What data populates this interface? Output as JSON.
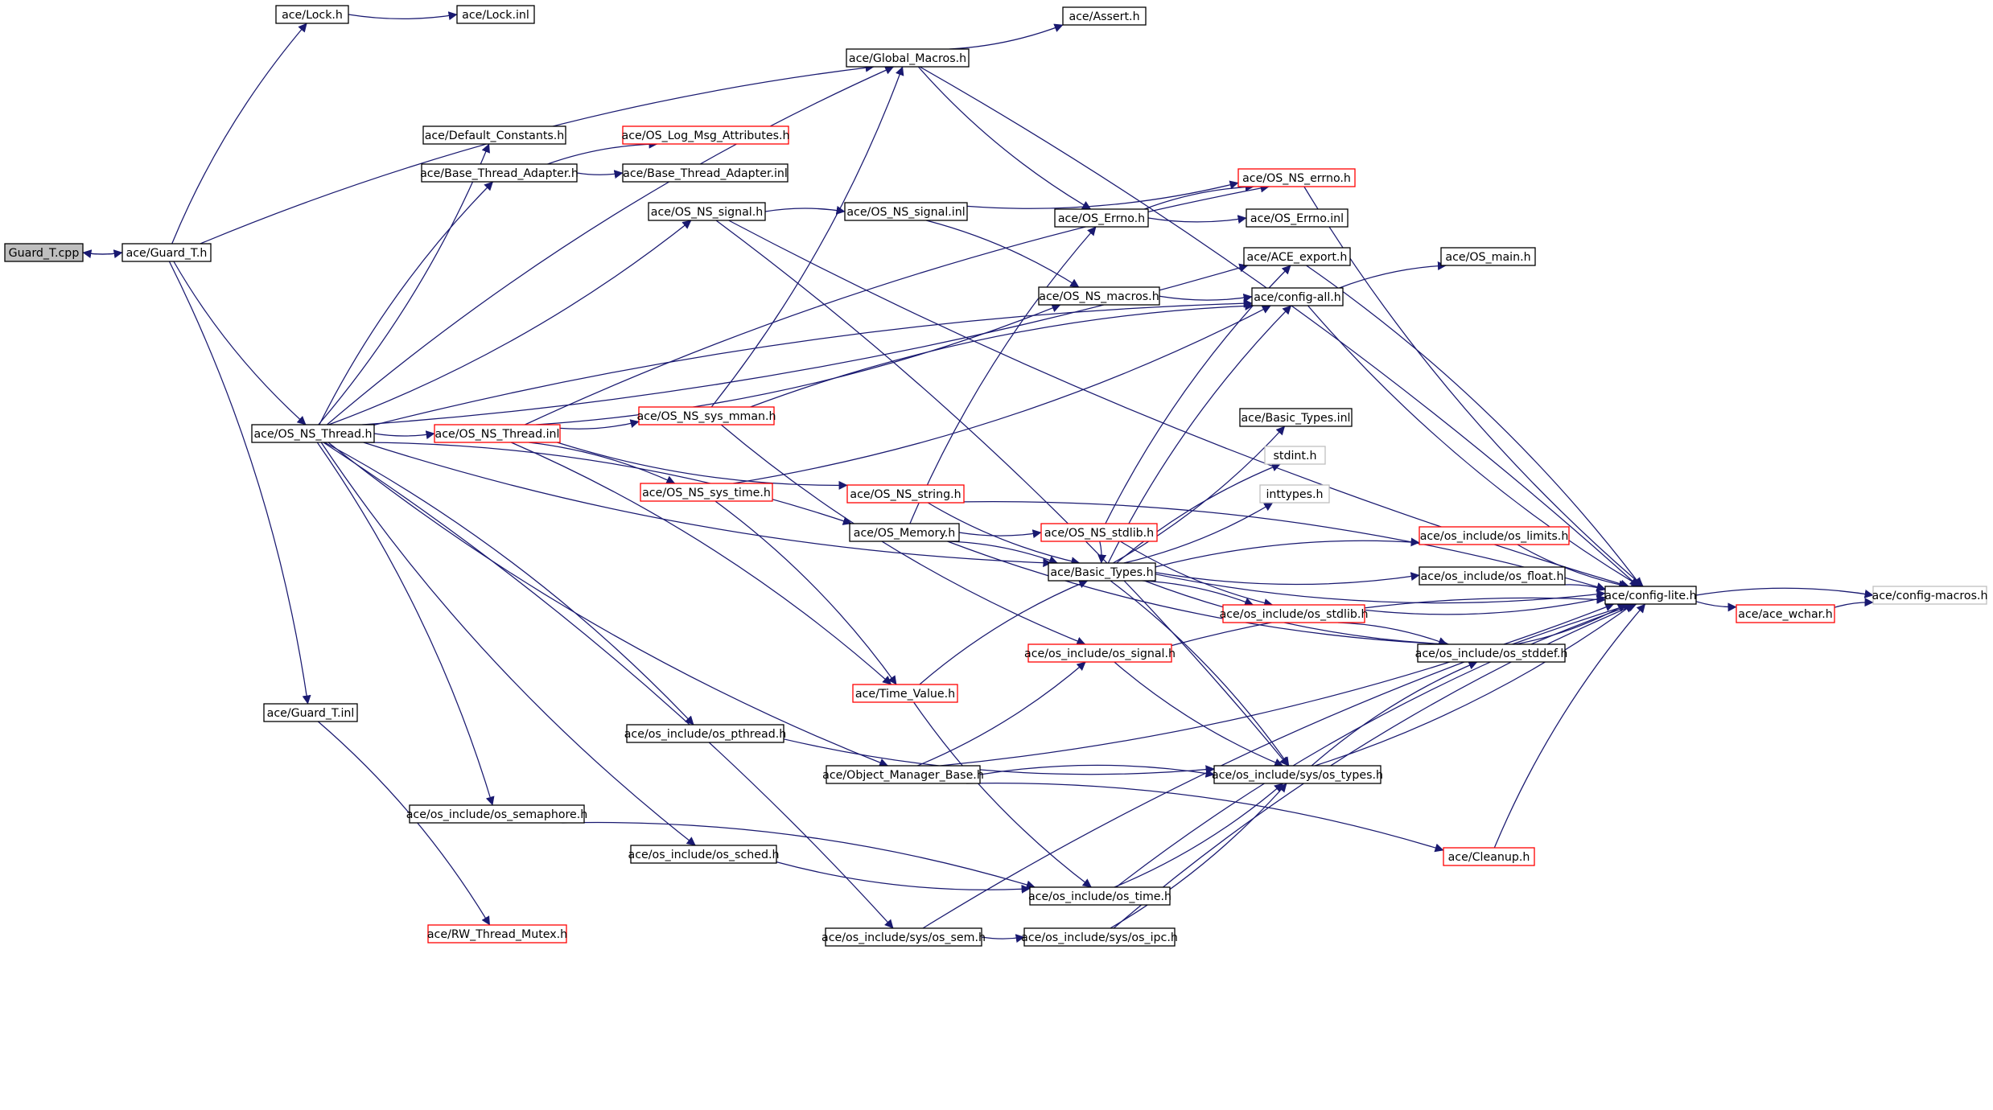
{
  "colors": {
    "edge": "#191970",
    "node_border_default": "#000000",
    "node_border_incomplete": "#ff0000",
    "node_border_external": "#bfbfbf",
    "root_fill": "#bfbfbf"
  },
  "nodes": [
    {
      "id": "guard_t_cpp",
      "label": "Guard_T.cpp",
      "style": "root"
    },
    {
      "id": "guard_t_h",
      "label": "ace/Guard_T.h",
      "style": "normal"
    },
    {
      "id": "lock_h",
      "label": "ace/Lock.h",
      "style": "normal"
    },
    {
      "id": "lock_inl",
      "label": "ace/Lock.inl",
      "style": "normal"
    },
    {
      "id": "global_macros_h",
      "label": "ace/Global_Macros.h",
      "style": "normal"
    },
    {
      "id": "assert_h",
      "label": "ace/Assert.h",
      "style": "normal"
    },
    {
      "id": "default_constants_h",
      "label": "ace/Default_Constants.h",
      "style": "normal"
    },
    {
      "id": "os_log_msg_attributes_h",
      "label": "ace/OS_Log_Msg_Attributes.h",
      "style": "red"
    },
    {
      "id": "base_thread_adapter_h",
      "label": "ace/Base_Thread_Adapter.h",
      "style": "normal"
    },
    {
      "id": "base_thread_adapter_inl",
      "label": "ace/Base_Thread_Adapter.inl",
      "style": "normal"
    },
    {
      "id": "os_ns_errno_h",
      "label": "ace/OS_NS_errno.h",
      "style": "red"
    },
    {
      "id": "os_ns_signal_h",
      "label": "ace/OS_NS_signal.h",
      "style": "normal"
    },
    {
      "id": "os_ns_signal_inl",
      "label": "ace/OS_NS_signal.inl",
      "style": "normal"
    },
    {
      "id": "os_errno_h",
      "label": "ace/OS_Errno.h",
      "style": "normal"
    },
    {
      "id": "os_errno_inl",
      "label": "ace/OS_Errno.inl",
      "style": "normal"
    },
    {
      "id": "ace_export_h",
      "label": "ace/ACE_export.h",
      "style": "normal"
    },
    {
      "id": "os_main_h",
      "label": "ace/OS_main.h",
      "style": "normal"
    },
    {
      "id": "os_ns_macros_h",
      "label": "ace/OS_NS_macros.h",
      "style": "normal"
    },
    {
      "id": "config_all_h",
      "label": "ace/config-all.h",
      "style": "normal"
    },
    {
      "id": "os_ns_thread_h",
      "label": "ace/OS_NS_Thread.h",
      "style": "normal"
    },
    {
      "id": "os_ns_thread_inl",
      "label": "ace/OS_NS_Thread.inl",
      "style": "red"
    },
    {
      "id": "os_ns_sys_mman_h",
      "label": "ace/OS_NS_sys_mman.h",
      "style": "red"
    },
    {
      "id": "basic_types_inl",
      "label": "ace/Basic_Types.inl",
      "style": "normal"
    },
    {
      "id": "stdint_h",
      "label": "stdint.h",
      "style": "gray"
    },
    {
      "id": "os_ns_sys_time_h",
      "label": "ace/OS_NS_sys_time.h",
      "style": "red"
    },
    {
      "id": "os_ns_string_h",
      "label": "ace/OS_NS_string.h",
      "style": "red"
    },
    {
      "id": "inttypes_h",
      "label": "inttypes.h",
      "style": "gray"
    },
    {
      "id": "os_memory_h",
      "label": "ace/OS_Memory.h",
      "style": "normal"
    },
    {
      "id": "os_ns_stdlib_h",
      "label": "ace/OS_NS_stdlib.h",
      "style": "red"
    },
    {
      "id": "os_limits_h",
      "label": "ace/os_include/os_limits.h",
      "style": "red"
    },
    {
      "id": "basic_types_h",
      "label": "ace/Basic_Types.h",
      "style": "normal"
    },
    {
      "id": "os_float_h",
      "label": "ace/os_include/os_float.h",
      "style": "normal"
    },
    {
      "id": "config_lite_h",
      "label": "ace/config-lite.h",
      "style": "normal"
    },
    {
      "id": "config_macros_h",
      "label": "ace/config-macros.h",
      "style": "gray"
    },
    {
      "id": "os_stdlib_h",
      "label": "ace/os_include/os_stdlib.h",
      "style": "red"
    },
    {
      "id": "ace_wchar_h",
      "label": "ace/ace_wchar.h",
      "style": "red"
    },
    {
      "id": "os_signal_h",
      "label": "ace/os_include/os_signal.h",
      "style": "red"
    },
    {
      "id": "os_stddef_h",
      "label": "ace/os_include/os_stddef.h",
      "style": "normal"
    },
    {
      "id": "time_value_h",
      "label": "ace/Time_Value.h",
      "style": "red"
    },
    {
      "id": "guard_t_inl",
      "label": "ace/Guard_T.inl",
      "style": "normal"
    },
    {
      "id": "os_pthread_h",
      "label": "ace/os_include/os_pthread.h",
      "style": "normal"
    },
    {
      "id": "object_manager_base_h",
      "label": "ace/Object_Manager_Base.h",
      "style": "normal"
    },
    {
      "id": "os_types_h",
      "label": "ace/os_include/sys/os_types.h",
      "style": "normal"
    },
    {
      "id": "os_semaphore_h",
      "label": "ace/os_include/os_semaphore.h",
      "style": "normal"
    },
    {
      "id": "os_sched_h",
      "label": "ace/os_include/os_sched.h",
      "style": "normal"
    },
    {
      "id": "cleanup_h",
      "label": "ace/Cleanup.h",
      "style": "red"
    },
    {
      "id": "os_time_h",
      "label": "ace/os_include/os_time.h",
      "style": "normal"
    },
    {
      "id": "rw_thread_mutex_h",
      "label": "ace/RW_Thread_Mutex.h",
      "style": "red"
    },
    {
      "id": "os_sem_h",
      "label": "ace/os_include/sys/os_sem.h",
      "style": "normal"
    },
    {
      "id": "os_ipc_h",
      "label": "ace/os_include/sys/os_ipc.h",
      "style": "normal"
    }
  ],
  "edges": [
    [
      "guard_t_h",
      "guard_t_cpp"
    ],
    [
      "guard_t_cpp",
      "guard_t_h"
    ],
    [
      "guard_t_h",
      "lock_h"
    ],
    [
      "lock_h",
      "lock_inl"
    ],
    [
      "guard_t_h",
      "global_macros_h"
    ],
    [
      "guard_t_h",
      "os_ns_thread_h"
    ],
    [
      "guard_t_h",
      "guard_t_inl"
    ],
    [
      "global_macros_h",
      "assert_h"
    ],
    [
      "global_macros_h",
      "config_lite_h"
    ],
    [
      "global_macros_h",
      "os_errno_h"
    ],
    [
      "base_thread_adapter_h",
      "os_log_msg_attributes_h"
    ],
    [
      "base_thread_adapter_h",
      "base_thread_adapter_inl"
    ],
    [
      "os_ns_signal_h",
      "os_ns_signal_inl"
    ],
    [
      "os_ns_signal_h",
      "config_lite_h"
    ],
    [
      "os_ns_signal_h",
      "os_types_h"
    ],
    [
      "os_ns_signal_inl",
      "os_ns_errno_h"
    ],
    [
      "os_ns_signal_inl",
      "os_ns_macros_h"
    ],
    [
      "os_errno_h",
      "os_errno_inl"
    ],
    [
      "os_errno_h",
      "os_ns_errno_h"
    ],
    [
      "os_ns_errno_h",
      "config_lite_h"
    ],
    [
      "ace_export_h",
      "config_lite_h"
    ],
    [
      "os_ns_macros_h",
      "config_all_h"
    ],
    [
      "config_all_h",
      "os_main_h"
    ],
    [
      "config_all_h",
      "config_lite_h"
    ],
    [
      "config_lite_h",
      "config_macros_h"
    ],
    [
      "config_lite_h",
      "ace_wchar_h"
    ],
    [
      "ace_wchar_h",
      "config_macros_h"
    ],
    [
      "os_ns_thread_h",
      "default_constants_h"
    ],
    [
      "os_ns_thread_h",
      "base_thread_adapter_h"
    ],
    [
      "os_ns_thread_h",
      "os_ns_signal_h"
    ],
    [
      "os_ns_thread_h",
      "global_macros_h"
    ],
    [
      "os_ns_thread_h",
      "ace_export_h"
    ],
    [
      "os_ns_thread_h",
      "config_all_h"
    ],
    [
      "os_ns_thread_h",
      "os_ns_thread_inl"
    ],
    [
      "os_ns_thread_h",
      "os_memory_h"
    ],
    [
      "os_ns_thread_h",
      "basic_types_h"
    ],
    [
      "os_ns_thread_h",
      "os_pthread_h"
    ],
    [
      "os_ns_thread_h",
      "object_manager_base_h"
    ],
    [
      "os_ns_thread_h",
      "os_semaphore_h"
    ],
    [
      "os_ns_thread_h",
      "os_sched_h"
    ],
    [
      "os_ns_thread_h",
      "os_sem_h"
    ],
    [
      "os_ns_thread_inl",
      "os_ns_sys_mman_h"
    ],
    [
      "os_ns_thread_inl",
      "os_ns_sys_time_h"
    ],
    [
      "os_ns_thread_inl",
      "os_ns_string_h"
    ],
    [
      "os_ns_thread_inl",
      "os_ns_errno_h"
    ],
    [
      "os_ns_thread_inl",
      "os_ns_macros_h"
    ],
    [
      "os_ns_thread_inl",
      "time_value_h"
    ],
    [
      "os_ns_sys_mman_h",
      "global_macros_h"
    ],
    [
      "os_ns_sys_mman_h",
      "config_all_h"
    ],
    [
      "os_ns_sys_mman_h",
      "os_signal_h"
    ],
    [
      "os_ns_sys_time_h",
      "time_value_h"
    ],
    [
      "os_ns_sys_time_h",
      "config_all_h"
    ],
    [
      "os_ns_string_h",
      "config_lite_h"
    ],
    [
      "os_ns_string_h",
      "basic_types_h"
    ],
    [
      "os_memory_h",
      "os_errno_h"
    ],
    [
      "os_memory_h",
      "os_ns_stdlib_h"
    ],
    [
      "os_memory_h",
      "basic_types_h"
    ],
    [
      "os_memory_h",
      "os_stddef_h"
    ],
    [
      "os_ns_stdlib_h",
      "basic_types_h"
    ],
    [
      "os_ns_stdlib_h",
      "os_stdlib_h"
    ],
    [
      "os_ns_stdlib_h",
      "ace_export_h"
    ],
    [
      "basic_types_h",
      "basic_types_inl"
    ],
    [
      "basic_types_h",
      "stdint_h"
    ],
    [
      "basic_types_h",
      "inttypes_h"
    ],
    [
      "basic_types_h",
      "os_limits_h"
    ],
    [
      "basic_types_h",
      "os_float_h"
    ],
    [
      "basic_types_h",
      "os_stdlib_h"
    ],
    [
      "basic_types_h",
      "os_stddef_h"
    ],
    [
      "basic_types_h",
      "os_types_h"
    ],
    [
      "basic_types_h",
      "config_lite_h"
    ],
    [
      "basic_types_h",
      "config_all_h"
    ],
    [
      "os_limits_h",
      "config_lite_h"
    ],
    [
      "os_float_h",
      "config_lite_h"
    ],
    [
      "os_stdlib_h",
      "config_lite_h"
    ],
    [
      "os_stdlib_h",
      "os_stddef_h"
    ],
    [
      "os_signal_h",
      "os_types_h"
    ],
    [
      "os_signal_h",
      "config_lite_h"
    ],
    [
      "os_stddef_h",
      "config_lite_h"
    ],
    [
      "os_types_h",
      "os_stddef_h"
    ],
    [
      "os_types_h",
      "config_lite_h"
    ],
    [
      "time_value_h",
      "basic_types_h"
    ],
    [
      "time_value_h",
      "os_time_h"
    ],
    [
      "guard_t_inl",
      "rw_thread_mutex_h"
    ],
    [
      "os_pthread_h",
      "os_types_h"
    ],
    [
      "object_manager_base_h",
      "os_types_h"
    ],
    [
      "object_manager_base_h",
      "os_signal_h"
    ],
    [
      "object_manager_base_h",
      "cleanup_h"
    ],
    [
      "object_manager_base_h",
      "config_lite_h"
    ],
    [
      "os_semaphore_h",
      "os_time_h"
    ],
    [
      "os_sched_h",
      "os_time_h"
    ],
    [
      "cleanup_h",
      "config_lite_h"
    ],
    [
      "os_time_h",
      "os_types_h"
    ],
    [
      "os_time_h",
      "config_lite_h"
    ],
    [
      "os_sem_h",
      "os_ipc_h"
    ],
    [
      "os_sem_h",
      "config_lite_h"
    ],
    [
      "os_ipc_h",
      "os_types_h"
    ],
    [
      "os_ipc_h",
      "config_lite_h"
    ]
  ]
}
